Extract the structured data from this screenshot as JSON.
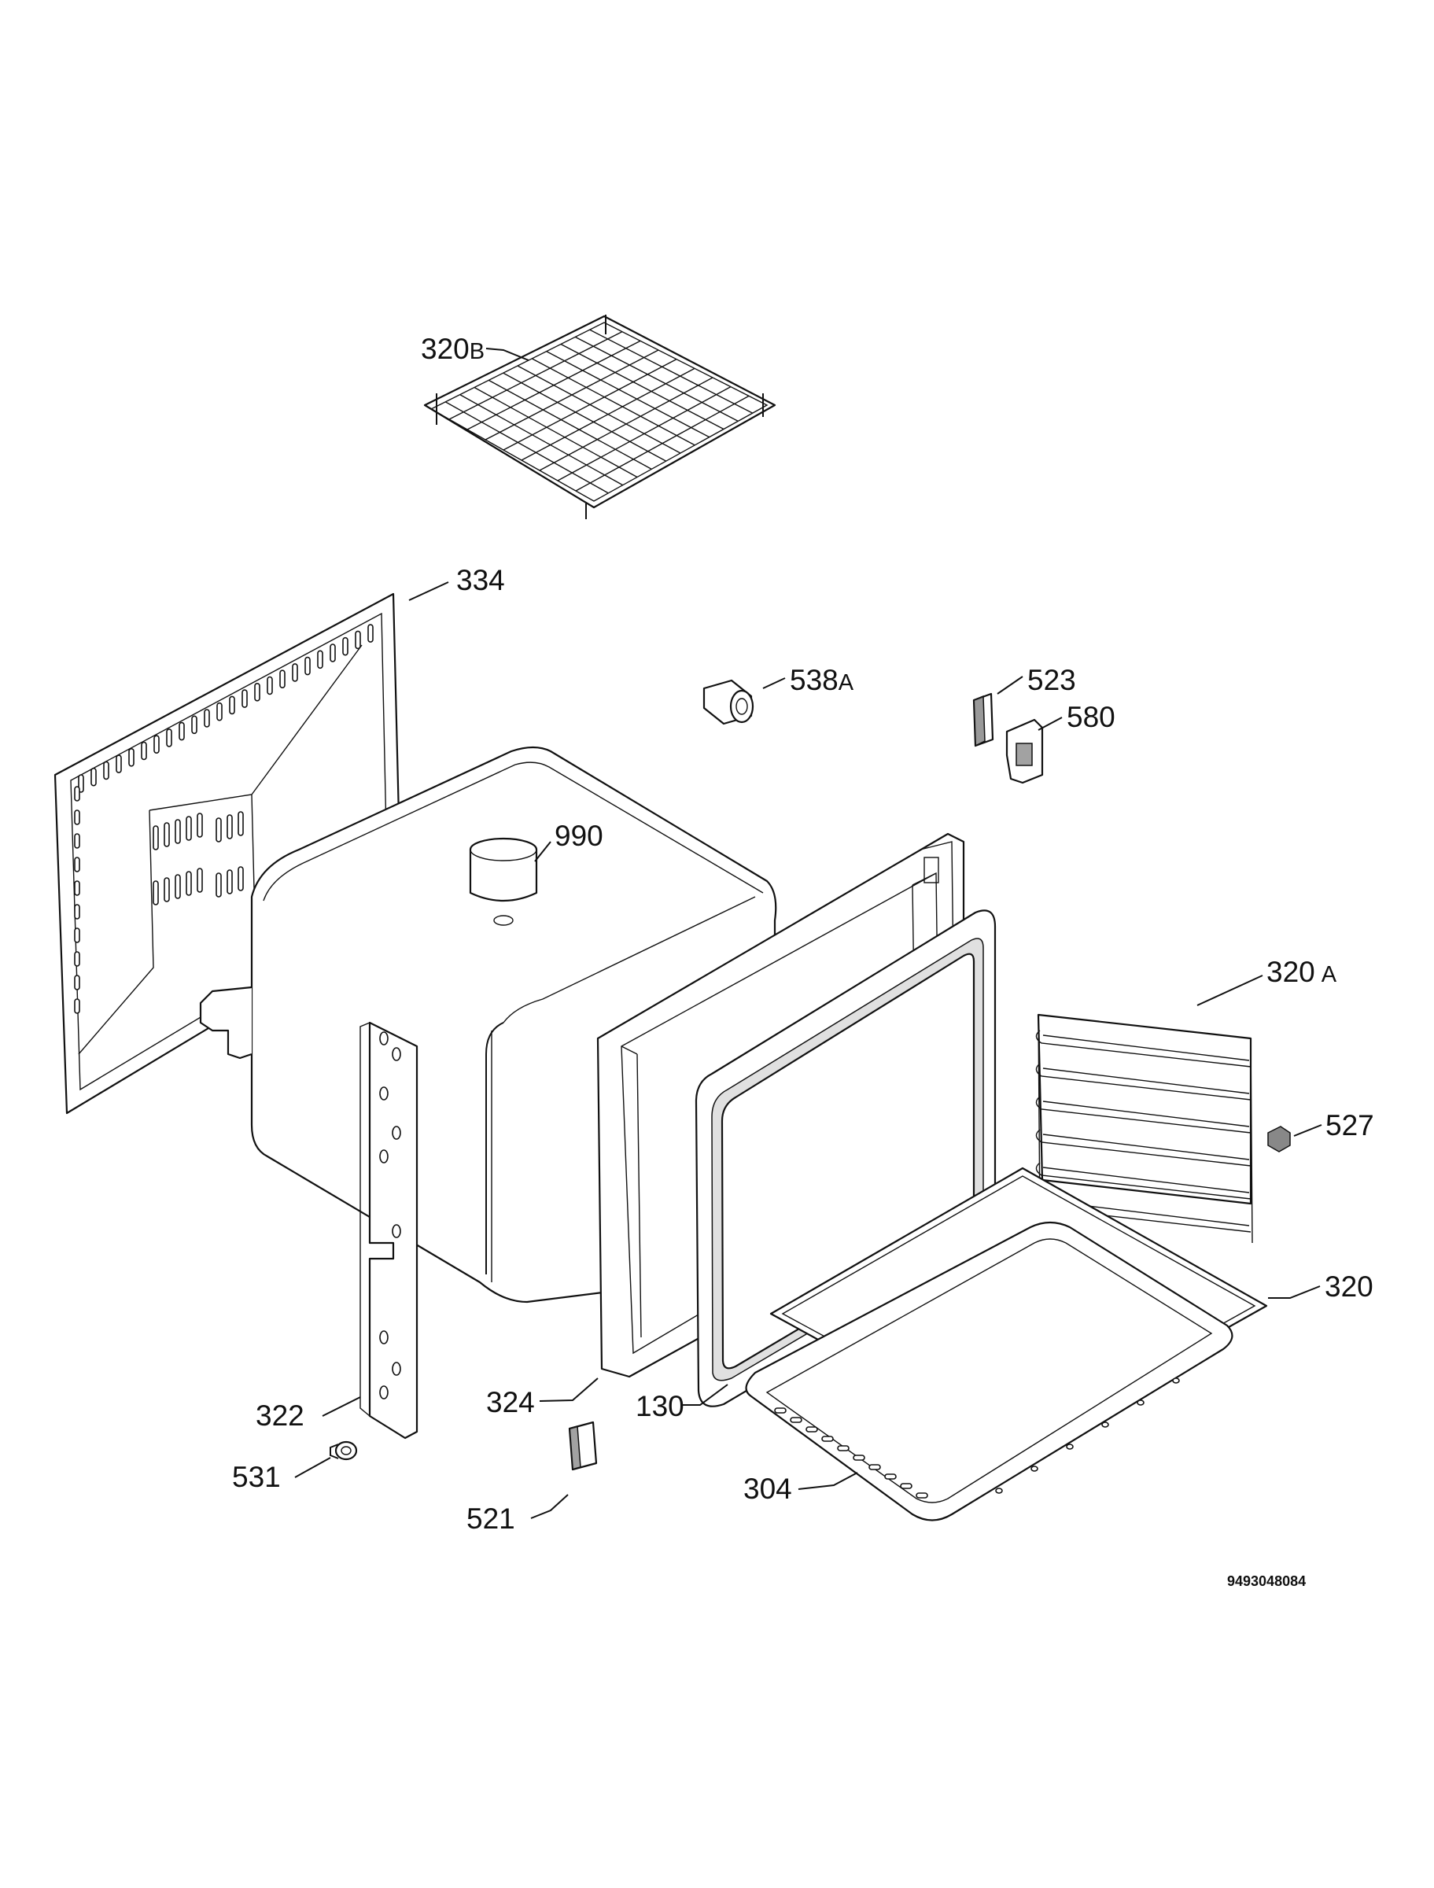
{
  "labels": {
    "l320b": {
      "num": "320",
      "suffix": "B"
    },
    "l334": {
      "num": "334"
    },
    "l538a": {
      "num": "538",
      "suffix": "A"
    },
    "l523": {
      "num": "523"
    },
    "l580": {
      "num": "580"
    },
    "l990": {
      "num": "990"
    },
    "l320a": {
      "num": "320",
      "suffix": "A"
    },
    "l527": {
      "num": "527"
    },
    "l320": {
      "num": "320"
    },
    "l322": {
      "num": "322"
    },
    "l324": {
      "num": "324"
    },
    "l130": {
      "num": "130"
    },
    "l531": {
      "num": "531"
    },
    "l521": {
      "num": "521"
    },
    "l304": {
      "num": "304"
    }
  },
  "drawing_code": "9493048084"
}
